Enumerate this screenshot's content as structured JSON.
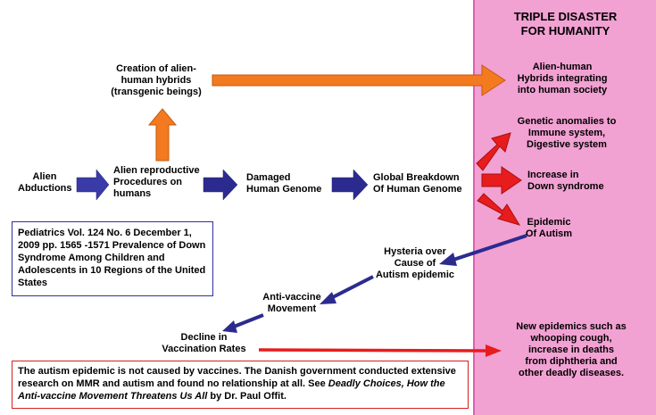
{
  "panel": {
    "title_line1": "TRIPLE DISASTER",
    "title_line2": "FOR HUMANITY",
    "bg_color": "#f2a1d3"
  },
  "nodes": {
    "alien_abductions": [
      "Alien",
      "Abductions"
    ],
    "alien_reproductive": [
      "Alien reproductive",
      "Procedures on",
      "humans"
    ],
    "damaged_genome": [
      "Damaged",
      "Human Genome"
    ],
    "global_breakdown": [
      "Global Breakdown",
      "Of Human Genome"
    ],
    "creation_hybrids": [
      "Creation of alien-",
      "human hybrids",
      "(transgenic beings)"
    ],
    "hybrids_integrating": [
      "Alien-human",
      "Hybrids integrating",
      "into human society"
    ],
    "genetic_anomalies": [
      "Genetic anomalies to",
      "Immune system,",
      "Digestive system"
    ],
    "down_syndrome": [
      "Increase in",
      "Down syndrome"
    ],
    "epidemic_autism": [
      "Epidemic",
      "Of Autism"
    ],
    "hysteria": [
      "Hysteria over",
      "Cause of",
      "Autism epidemic"
    ],
    "anti_vaccine": [
      "Anti-vaccine",
      "Movement"
    ],
    "decline_vaccination": [
      "Decline in",
      "Vaccination Rates"
    ],
    "new_epidemics": [
      "New epidemics such as",
      "whooping cough,",
      "increase in deaths",
      "from diphtheria and",
      "other deadly diseases."
    ]
  },
  "citation_box": {
    "text": "Pediatrics Vol. 124 No. 6 December 1, 2009 pp. 1565 -1571 Prevalence of Down Syndrome Among Children and Adolescents in 10 Regions of the United States"
  },
  "note_box": {
    "text_before": "The autism epidemic is not caused by vaccines. The Danish government conducted extensive research on MMR and autism and found no relationship at all.  See ",
    "book_title": "Deadly Choices, How the Anti-vaccine Movement Threatens Us All",
    "text_after": " by Dr. Paul Offit."
  },
  "colors": {
    "blue_arrow": "#2b2b8f",
    "red_arrow": "#e81c1c",
    "orange_arrow": "#f47a1f"
  }
}
